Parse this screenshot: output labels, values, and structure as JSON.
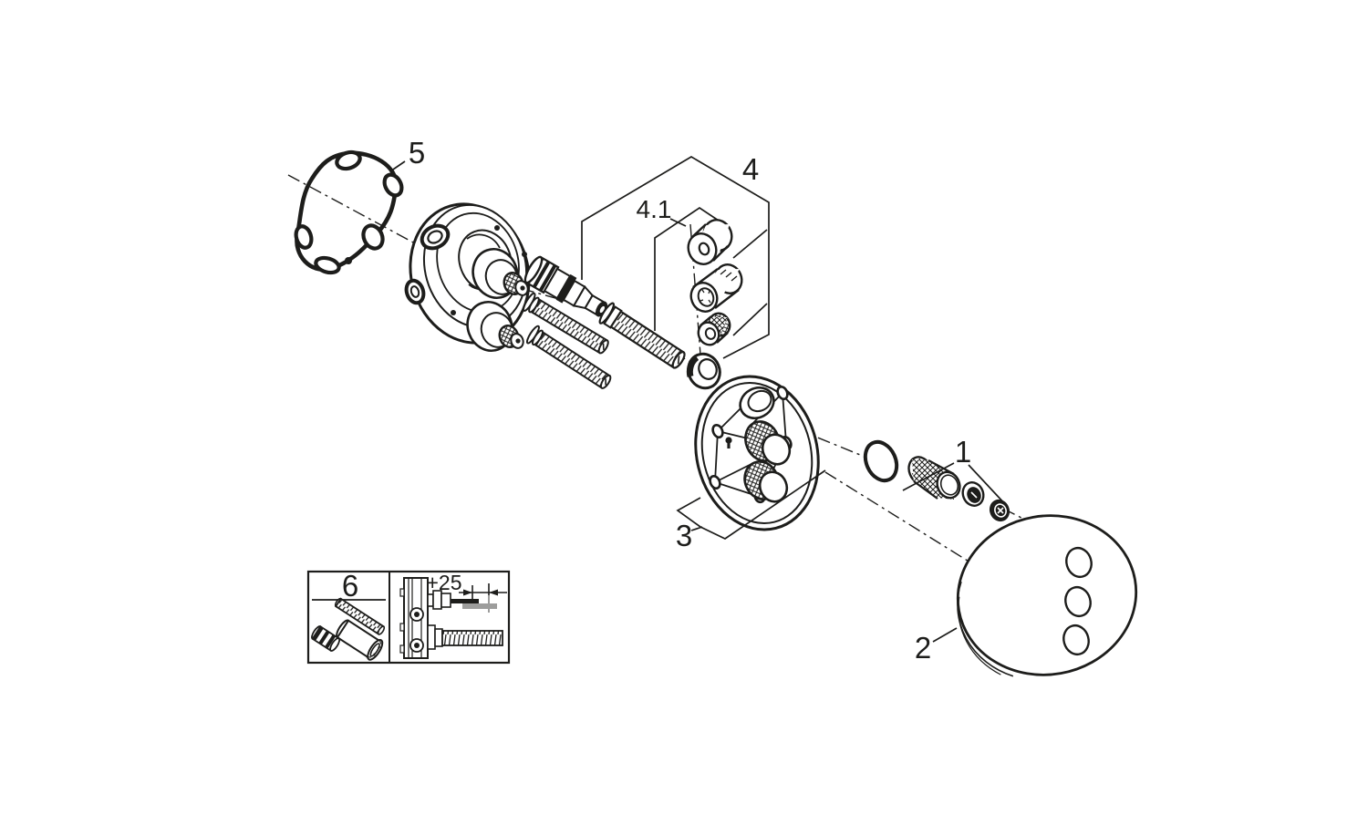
{
  "diagram": {
    "kind": "exploded-parts-diagram",
    "colors": {
      "background": "#ffffff",
      "line": "#1d1d1b",
      "dimension_gray": "#9d9d9c"
    },
    "callouts": {
      "part_1": "1",
      "part_2": "2",
      "part_3": "3",
      "part_4": "4",
      "part_4_1": "4.1",
      "part_5": "5",
      "part_6": "6"
    },
    "inset": {
      "label": "6",
      "dimension_value": "+25"
    }
  }
}
